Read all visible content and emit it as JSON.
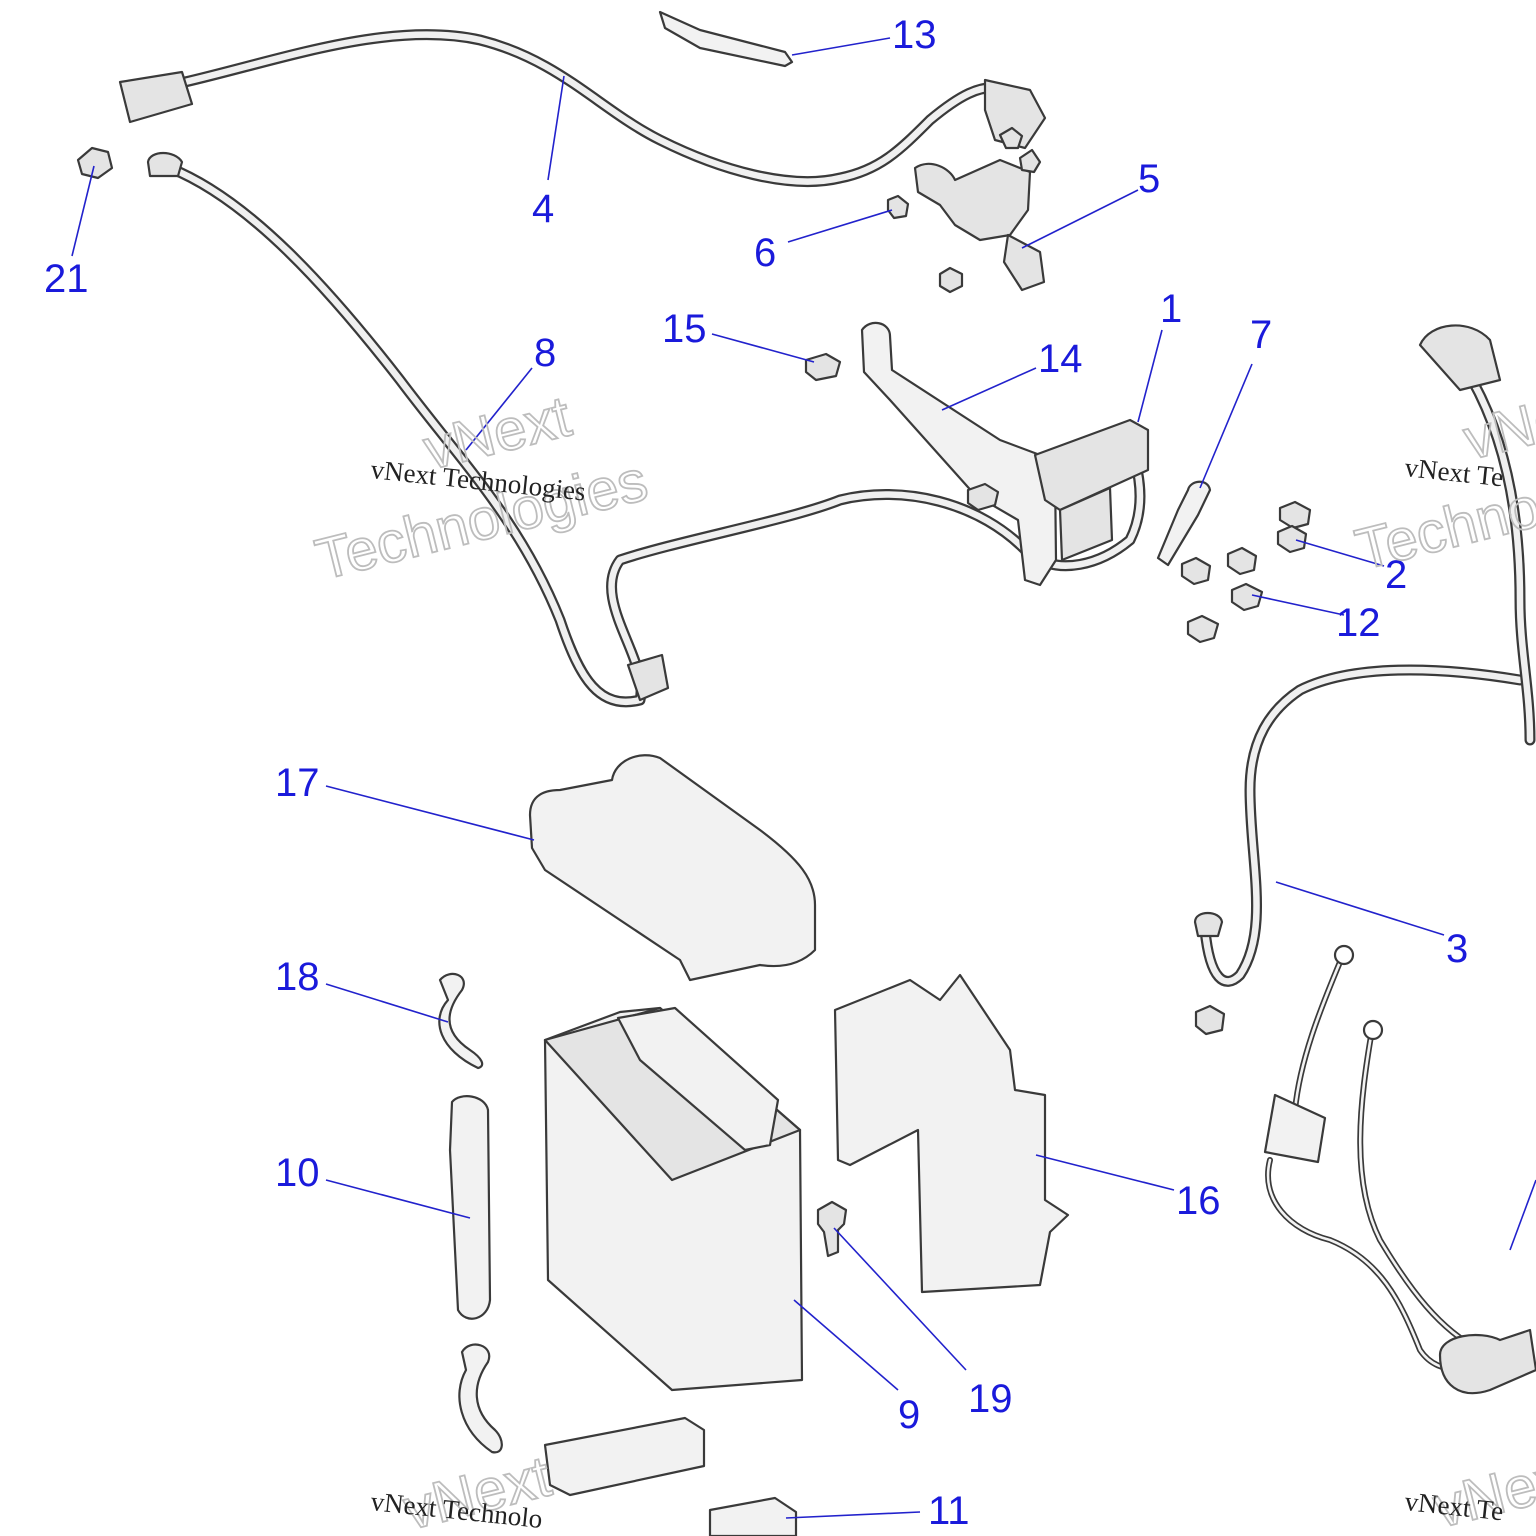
{
  "callouts": [
    {
      "id": "1",
      "label": "1"
    },
    {
      "id": "2",
      "label": "2"
    },
    {
      "id": "3",
      "label": "3"
    },
    {
      "id": "4",
      "label": "4"
    },
    {
      "id": "5",
      "label": "5"
    },
    {
      "id": "6",
      "label": "6"
    },
    {
      "id": "7",
      "label": "7"
    },
    {
      "id": "8",
      "label": "8"
    },
    {
      "id": "9",
      "label": "9"
    },
    {
      "id": "10",
      "label": "10"
    },
    {
      "id": "11",
      "label": "11"
    },
    {
      "id": "12",
      "label": "12"
    },
    {
      "id": "13",
      "label": "13"
    },
    {
      "id": "14",
      "label": "14"
    },
    {
      "id": "15",
      "label": "15"
    },
    {
      "id": "16",
      "label": "16"
    },
    {
      "id": "17",
      "label": "17"
    },
    {
      "id": "18",
      "label": "18"
    },
    {
      "id": "19",
      "label": "19"
    },
    {
      "id": "21",
      "label": "21"
    }
  ],
  "watermark": {
    "line1": "vNext",
    "line2": "Technologies",
    "caption": "vNext Technologies",
    "caption_cut_right": "vNext Te",
    "caption_cut_bottom": "vNext Technolo"
  },
  "colors": {
    "callout": "#1a1adb",
    "leader": "#2222cc",
    "part_fill": "#e4e4e4",
    "outline": "#3a3a3a"
  }
}
